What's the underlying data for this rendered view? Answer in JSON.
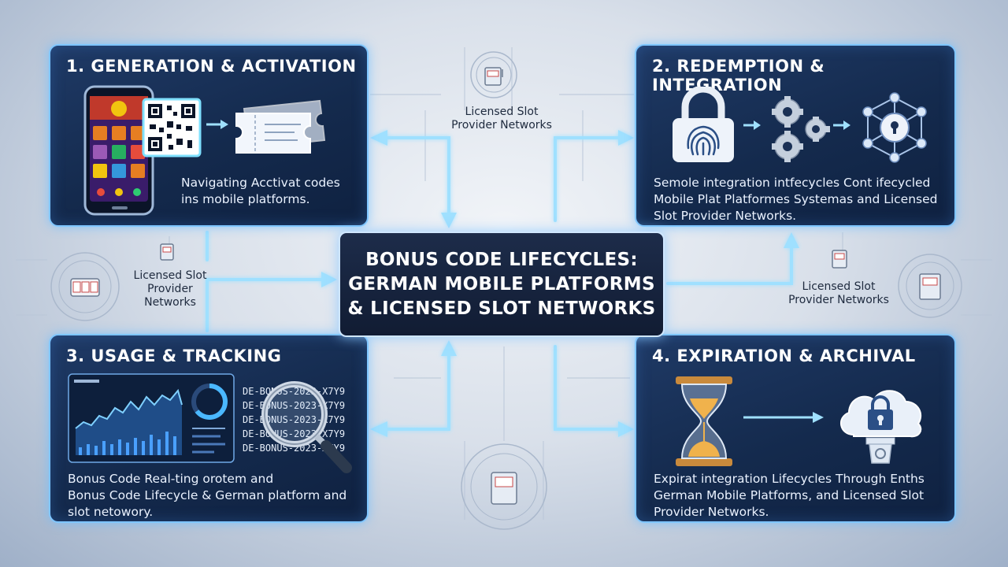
{
  "center": {
    "title_lines": [
      "BONUS CODE LIFECYCLES:",
      "GERMAN MOBILE PLATFORMS",
      "& LICENSED SLOT NETWORKS"
    ]
  },
  "panels": {
    "p1": {
      "title": "1. GENERATION & ACTIVATION",
      "desc_lines": [
        "Navigating Acctivat codes",
        "ins mobile platforms."
      ]
    },
    "p2": {
      "title": "2. REDEMPTION & INTEGRATION",
      "desc_lines": [
        "Semole integration intfecycles Cont ifecycled",
        "Mobile Plat Platformes Systemas and Licensed",
        "Slot Provider Networks."
      ]
    },
    "p3": {
      "title": "3. USAGE & TRACKING",
      "desc_lines": [
        "Bonus Code Real-ting orotem and",
        "Bonus Code Lifecycle & German platform and",
        "slot netowory."
      ]
    },
    "p4": {
      "title": "4. EXPIRATION & ARCHIVAL",
      "desc_lines": [
        "Expirat integration Lifecycles Through Enths",
        "German Mobile Platforms, and Licensed Slot",
        "Provider Networks."
      ]
    }
  },
  "floating_labels": {
    "top": [
      "Licensed Slot",
      "Provider Networks"
    ],
    "left": [
      "Licensed Slot",
      "Provider",
      "Networks"
    ],
    "right": [
      "Licensed Slot",
      "Provider Networks"
    ]
  },
  "usage_codes": [
    "DE-BONUS-2023-X7Y9",
    "DE-BONUS-2023-X7Y9",
    "DE-BONUS-2023-X7Y9",
    "DE-BONUS-2023-X7Y9",
    "DE-BONUS-2023-X7Y9"
  ],
  "colors": {
    "accent_glow": "#7fc6ff",
    "panel_bg": "#142a4d",
    "arrow": "#9fe0ff"
  },
  "icons": [
    "smartphone-icon",
    "qr-code-icon",
    "ticket-icon",
    "fingerprint-lock-icon",
    "gears-icon",
    "network-lock-icon",
    "dashboard-chart-icon",
    "magnifier-icon",
    "hourglass-icon",
    "cloud-archive-icon",
    "slot-machine-icon"
  ]
}
